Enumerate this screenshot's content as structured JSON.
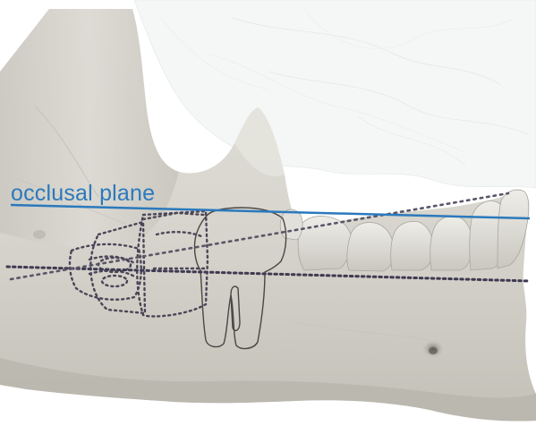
{
  "occlusal_label": {
    "text": "occlusal plane",
    "color": "#2b79bd"
  },
  "colors": {
    "bone": "#d7d5cd",
    "bone_shadow": "#aeaca3",
    "bone_highlight": "#ecebe5",
    "maxilla_wash": "#e6ecec",
    "outline": "#4a4744",
    "dotted_line": "#3f3a52",
    "occlusal_line": "#2b79bd"
  },
  "icons": {
    "mandible": "mandible-illustration",
    "tooth": "molar-tooth-outline"
  }
}
